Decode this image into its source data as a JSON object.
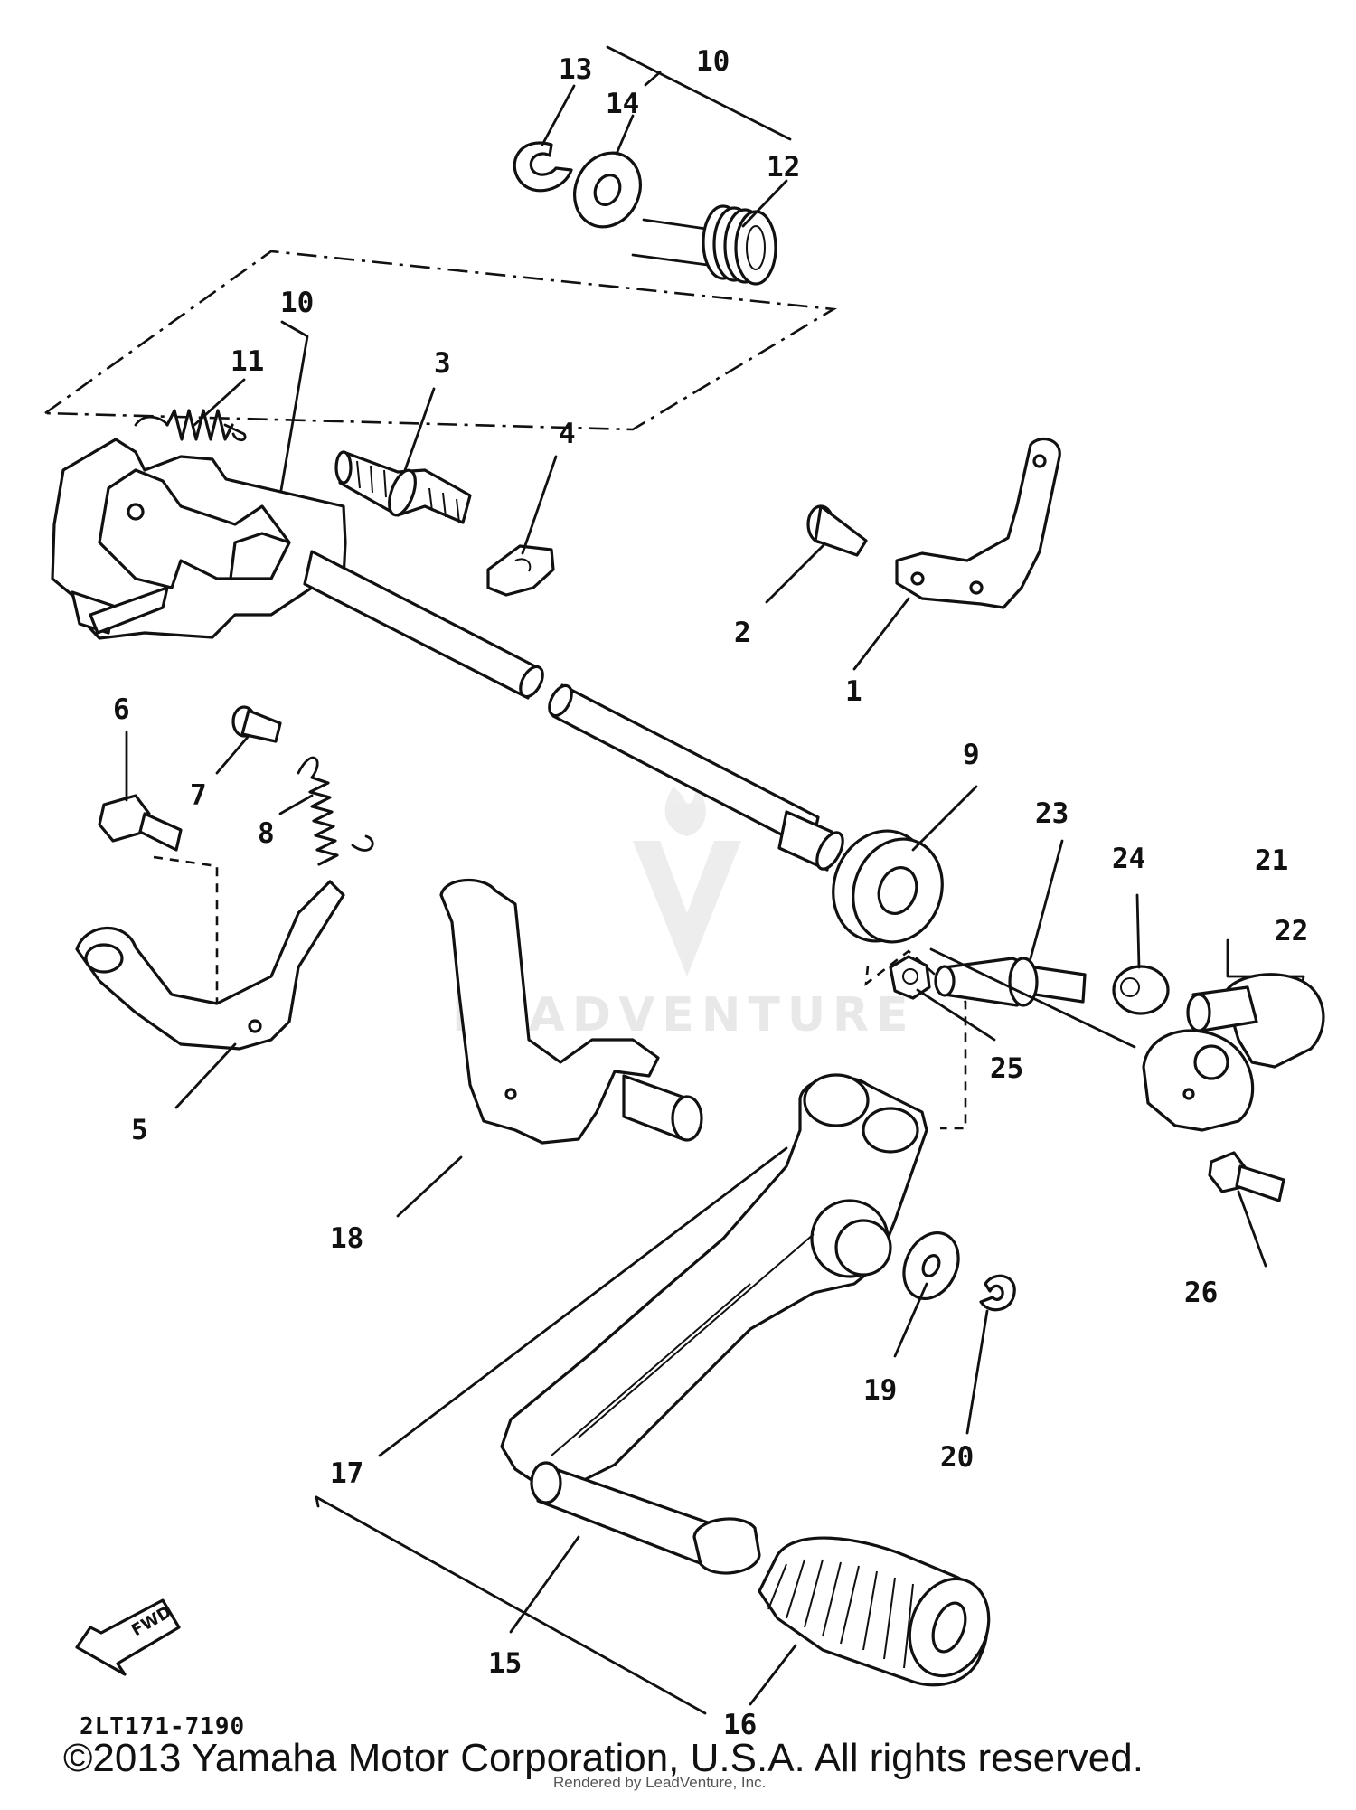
{
  "diagram": {
    "callouts": {
      "p1": "1",
      "p2": "2",
      "p3": "3",
      "p4": "4",
      "p5": "5",
      "p6": "6",
      "p7": "7",
      "p8": "8",
      "p9": "9",
      "p10a": "10",
      "p10b": "10",
      "p11": "11",
      "p12": "12",
      "p13": "13",
      "p14": "14",
      "p15": "15",
      "p16": "16",
      "p17": "17",
      "p18": "18",
      "p19": "19",
      "p20": "20",
      "p21": "21",
      "p22": "22",
      "p23": "23",
      "p24": "24",
      "p25": "25",
      "p26": "26"
    },
    "forward_label": "FWD",
    "diagram_code": "2LT171-7190",
    "watermark": "LEADVENTURE"
  },
  "footer": {
    "copyright": "©2013 Yamaha Motor Corporation, U.S.A. All rights reserved.",
    "rendered_by": "Rendered by LeadVenture, Inc."
  }
}
